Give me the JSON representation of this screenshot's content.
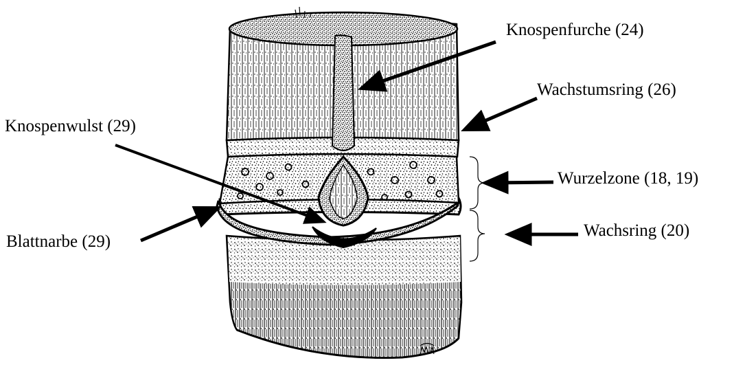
{
  "labels": {
    "knospenfurche": "Knospenfurche (24)",
    "wachstumsring": "Wachstumsring (26)",
    "knospenwulst": "Knospenwulst (29)",
    "wurzelzone": "Wurzelzone (18, 19)",
    "blattnarbe": "Blattnarbe (29)",
    "wachsring": "Wachsring (20)"
  },
  "signature": "MÄE",
  "colors": {
    "ink": "#000000",
    "paper": "#ffffff"
  }
}
